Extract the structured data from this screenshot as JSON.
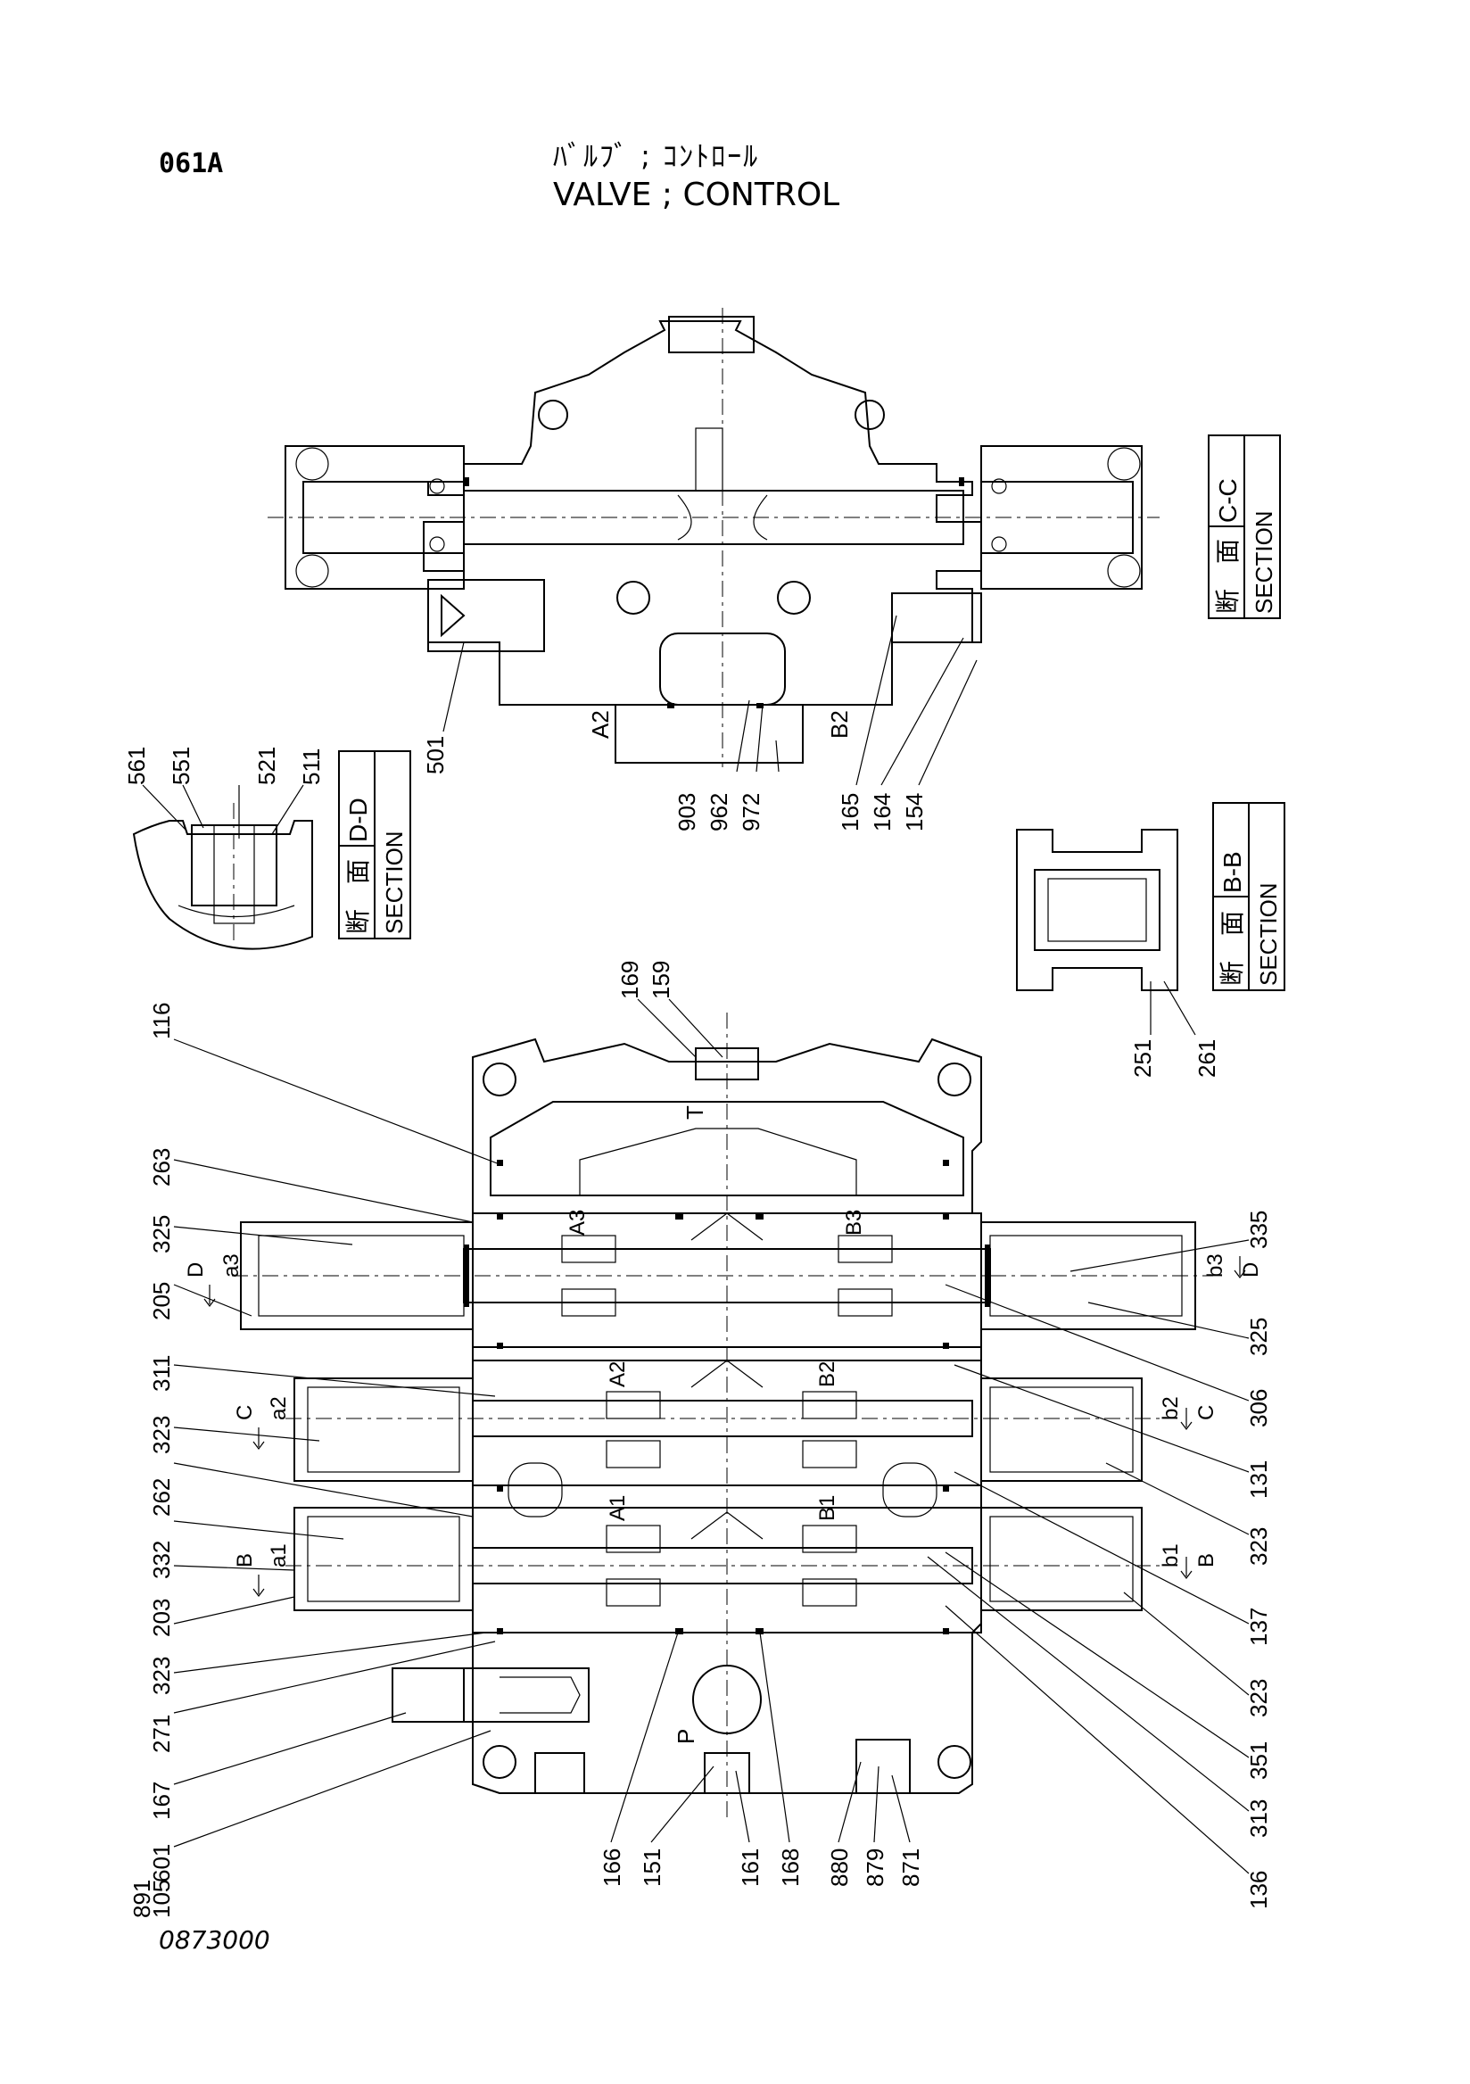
{
  "header": {
    "code": "061A",
    "title_jp": "ﾊﾞﾙﾌﾞ ; ｺﾝﾄﾛｰﾙ",
    "title_en": "VALVE ; CONTROL",
    "drawing_no": "0873000"
  },
  "sections": {
    "cc": {
      "jp": "断　面",
      "en": "SECTION",
      "id": "C-C"
    },
    "dd": {
      "jp": "断　面",
      "en": "SECTION",
      "id": "D-D"
    },
    "bb": {
      "jp": "断　面",
      "en": "SECTION",
      "id": "B-B"
    }
  },
  "port_labels": {
    "top_A2": "A2",
    "top_B2": "B2",
    "T": "T",
    "P": "P",
    "A3": "A3",
    "B3": "B3",
    "A2": "A2",
    "B2": "B2",
    "A1": "A1",
    "B1": "B1",
    "a3": "a3",
    "b3": "b3",
    "a2": "a2",
    "b2": "b2",
    "a1": "a1",
    "b1": "b1",
    "D_left": "D",
    "D_right": "D",
    "C_left": "C",
    "C_right": "C",
    "B_left": "B",
    "B_right": "B"
  },
  "part_numbers": {
    "p501": "501",
    "p903": "903",
    "p962": "962",
    "p972": "972",
    "p165": "165",
    "p164": "164",
    "p154": "154",
    "p561": "561",
    "p551": "551",
    "p521": "521",
    "p511": "511",
    "p251": "251",
    "p261": "261",
    "p169": "169",
    "p159": "159",
    "p116": "116",
    "p263": "263",
    "p325a": "325",
    "p205": "205",
    "p311": "311",
    "p323a": "323",
    "p262": "262",
    "p332": "332",
    "p203": "203",
    "p323b": "323",
    "p271": "271",
    "p167": "167",
    "p601": "601",
    "p891": "891",
    "p105": "105",
    "p335": "335",
    "p325b": "325",
    "p306": "306",
    "p131": "131",
    "p323c": "323",
    "p137": "137",
    "p323d": "323",
    "p351": "351",
    "p313": "313",
    "p136": "136",
    "p166": "166",
    "p151": "151",
    "p161": "161",
    "p168": "168",
    "p880": "880",
    "p879": "879",
    "p871": "871"
  }
}
